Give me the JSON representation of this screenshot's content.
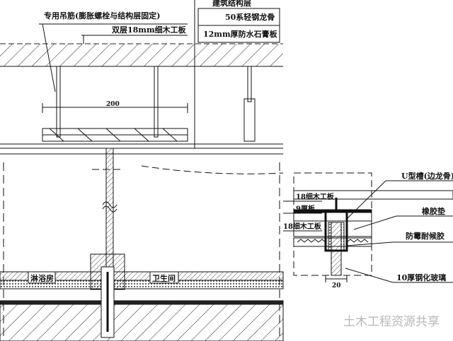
{
  "labels": {
    "structure_layer": "建筑结构层",
    "light_steel_keel": "50系轻钢龙骨",
    "gypsum_board": "12mm厚防水石膏板",
    "hanger_rod": "专用吊筋(膨胀螺栓与结构层固定)",
    "double_blockboard": "双层18mm细木工板",
    "dim_200": "200",
    "u_channel": "U型槽(边龙骨)",
    "rubber_pad": "橡胶垫",
    "sealant": "防霉耐候胶",
    "blockboard_top": "18细木工板",
    "plywood_9": "9厘板",
    "blockboard_bottom": "18细木工板",
    "tempered_glass": "10厚钢化玻璃",
    "dim_20": "20",
    "shower_room": "淋浴房",
    "bathroom": "卫生间",
    "watermark": "土木工程资源共享"
  },
  "colors": {
    "line": "#111111",
    "watermark": "#b8b8b8"
  }
}
